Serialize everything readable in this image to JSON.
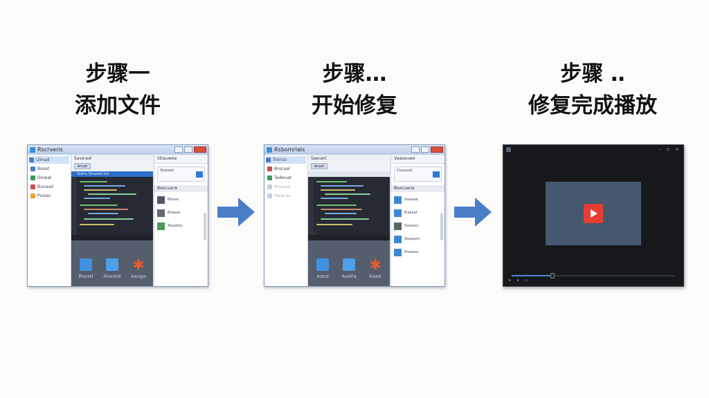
{
  "steps": [
    {
      "line1": "步骤一",
      "line2": "添加文件"
    },
    {
      "line1": "步骤…",
      "line2": "开始修复"
    },
    {
      "line1": "步骤 ‥",
      "line2": "修复完成播放"
    }
  ],
  "window1": {
    "title": "Rscrveris",
    "sidebar": [
      "Ulmad",
      "Boxat",
      "Diswat",
      "Bunaad",
      "Puisan"
    ],
    "middle_header": "Savsreel",
    "middle_button": "Arsalt",
    "blue_bar": "Tastra   Stvaraal.lok",
    "tools": [
      "Rssatl",
      "Aoxalst",
      "Aauga"
    ],
    "right_tab": "Sttauwee",
    "right_box": "Statatat",
    "right_head": "Bexcuarw",
    "right_rows": [
      "Bisxax",
      "Bisaaxt",
      "Tasaotoc"
    ]
  },
  "window2": {
    "title": "Rsbomrlals",
    "sidebar": [
      "Trsrrso",
      "Bnsraal",
      "Tadwuat",
      "Brunaal",
      "Pwiscas"
    ],
    "middle_header": "Saeuerl",
    "middle_button": "Arsalt",
    "blue_bar": "",
    "tools": [
      "Aaoa",
      "Aaaila",
      "Aaaa"
    ],
    "right_tab": "Vaaoxuwe",
    "right_box": "Ctacaxat",
    "right_head": "Bexcuarw",
    "right_rows": [
      "Ssaxaat",
      "Eiaavat",
      "Ssaavss",
      "Ssaaavsr",
      "Eoaaasc"
    ]
  },
  "player": {
    "controls": [
      "▸",
      "◂",
      "▭"
    ]
  },
  "colors": {
    "arrow": "#4a7fc8",
    "accent_blue": "#2e6fc9",
    "play_red": "#e63d32",
    "video_bg": "#45586e"
  },
  "progress": 0.25
}
